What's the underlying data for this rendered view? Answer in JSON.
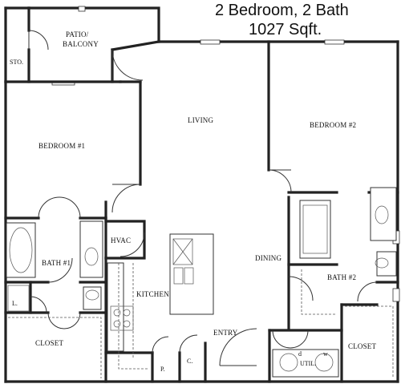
{
  "header": {
    "line1": "2 Bedroom, 2 Bath",
    "line2": "1027 Sqft."
  },
  "rooms": {
    "patio_line1": "PATIO/",
    "patio_line2": "BALCONY",
    "storage": "STO.",
    "living": "LIVING",
    "bedroom1": "BEDROOM #1",
    "bedroom2": "BEDROOM #2",
    "hvac": "HVAC",
    "bath1": "BATH #1",
    "bath2": "BATH #2",
    "dining": "DINING",
    "kitchen": "KITCHEN",
    "linen": "L.",
    "closet1": "CLOSET",
    "closet2": "CLOSET",
    "entry": "ENTRY",
    "pantry": "P.",
    "coat": "C.",
    "utility": "UTIL.",
    "dryer": "d",
    "washer": "w"
  }
}
